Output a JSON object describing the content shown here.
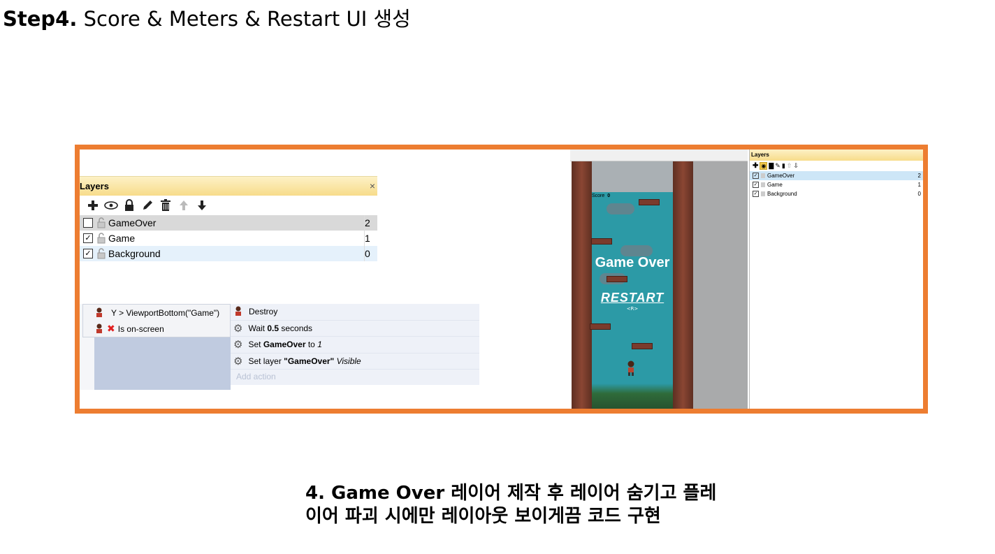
{
  "title": {
    "step": "Step4.",
    "rest": "Score & Meters & Restart UI 생성"
  },
  "colors": {
    "frame": "#ed7d31",
    "panel_header": "#f7dc8a",
    "game_bg": "#2c9aa6"
  },
  "layers_panel": {
    "title": "Layers",
    "close": "×",
    "tools": [
      "add-icon",
      "eye-icon",
      "lock-icon",
      "pencil-icon",
      "trash-icon",
      "arrow-up-icon",
      "arrow-down-icon"
    ],
    "layers": [
      {
        "name": "GameOver",
        "index": "2",
        "checked": false
      },
      {
        "name": "Game",
        "index": "1",
        "checked": true
      },
      {
        "name": "Background",
        "index": "0",
        "checked": true
      }
    ]
  },
  "event_sheet": {
    "conditions": [
      {
        "text": "Y > ViewportBottom(\"Game\")"
      },
      {
        "negated": "✖",
        "text": "Is on-screen"
      }
    ],
    "actions": [
      {
        "text": "Destroy"
      },
      {
        "pre": "Wait ",
        "bold": "0.5",
        "post": " seconds"
      },
      {
        "pre": "Set ",
        "bold": "GameOver",
        "post": " to ",
        "ital": "1"
      },
      {
        "pre": "Set layer ",
        "bold": "\"GameOver\"",
        "post": " ",
        "ital": "Visible"
      }
    ],
    "add_action": "Add action"
  },
  "game": {
    "score_label": "Score",
    "score_value": "0",
    "game_over": "Game Over",
    "restart": "RESTART",
    "restart_key": "<R>"
  },
  "mini_layers": {
    "title": "Layers",
    "layers": [
      {
        "name": "GameOver",
        "index": "2"
      },
      {
        "name": "Game",
        "index": "1"
      },
      {
        "name": "Background",
        "index": "0"
      }
    ]
  },
  "caption": {
    "line1": "4.  Game Over 레이어 제작 후 레이어 숨기고 플레",
    "line2": "이어 파괴 시에만 레이아웃 보이게끔 코드 구현"
  }
}
